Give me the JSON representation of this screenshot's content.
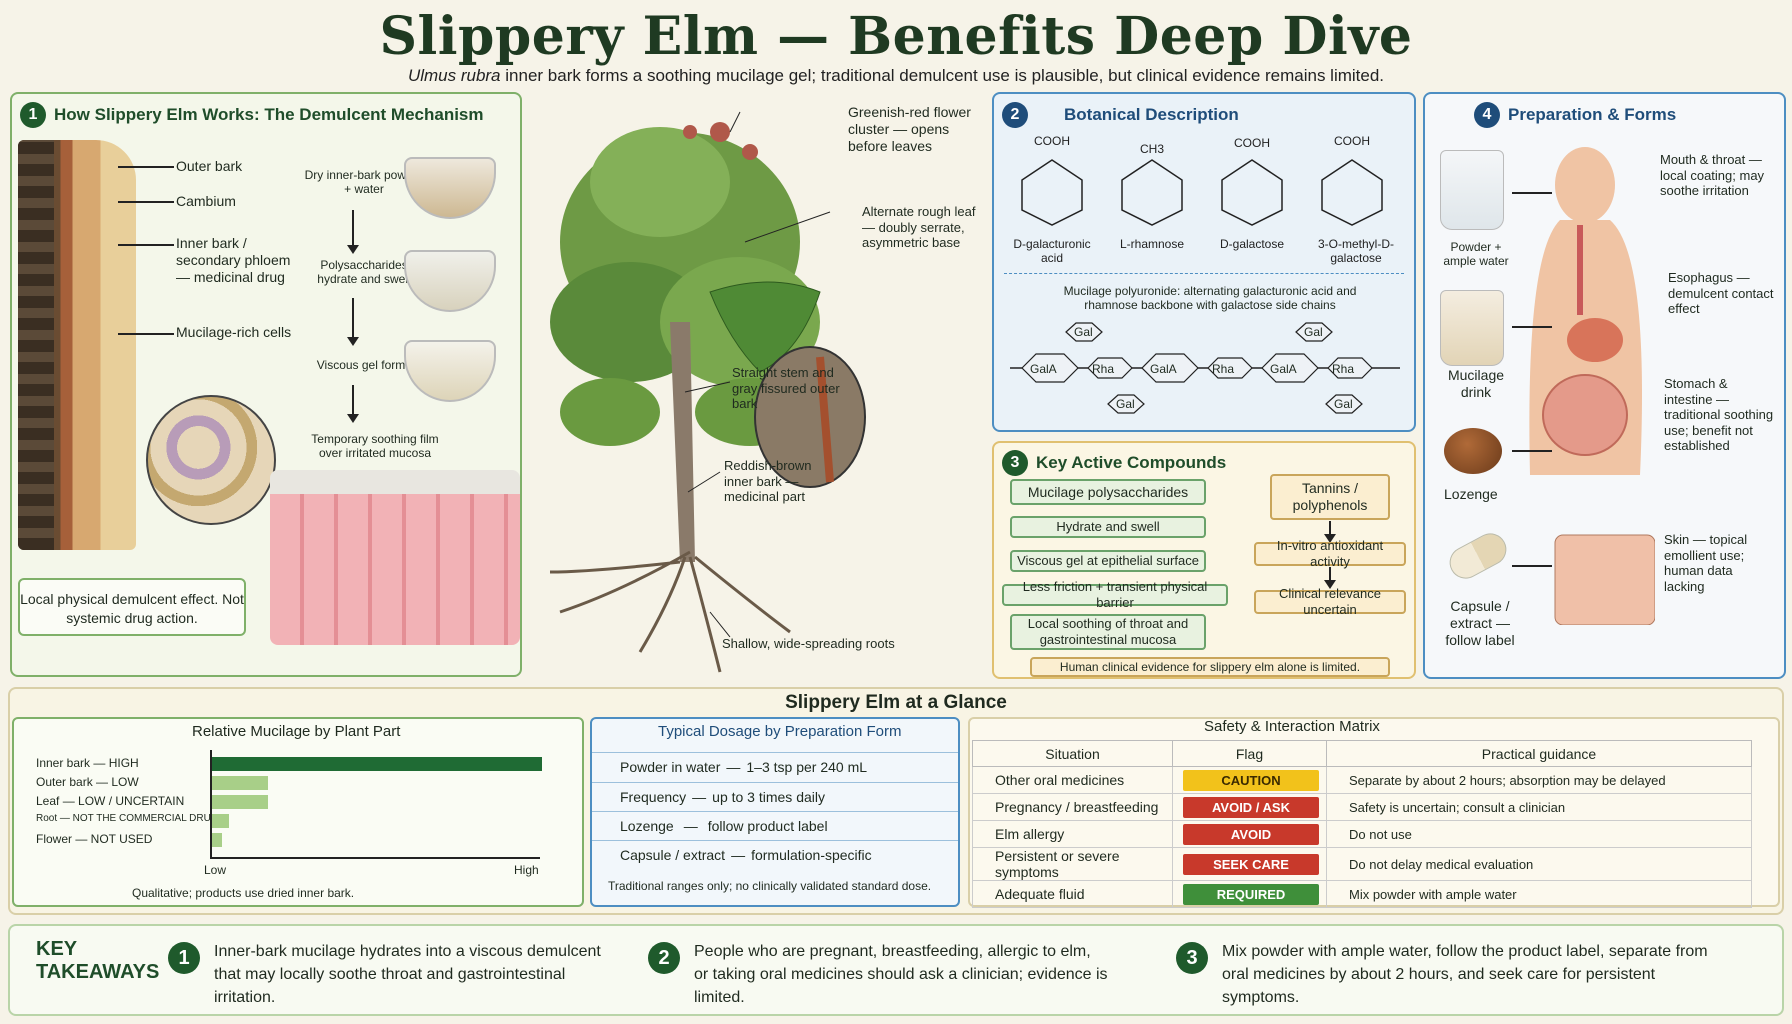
{
  "header": {
    "title": "Slippery Elm — Benefits Deep Dive",
    "subtitle_species": "Ulmus rubra",
    "subtitle_rest": " inner bark forms a soothing mucilage gel; traditional demulcent use is plausible, but clinical evidence remains limited."
  },
  "mechanism": {
    "number": "1",
    "title": "How Slippery Elm Works: The Demulcent Mechanism",
    "bark_labels": [
      "Outer bark",
      "Cambium",
      "Inner bark / secondary phloem — medicinal drug",
      "Mucilage-rich cells"
    ],
    "steps": [
      "Dry inner-bark powder + water",
      "Polysaccharides hydrate and swell",
      "Viscous gel forms",
      "Temporary soothing film over irritated mucosa"
    ],
    "callout": "Local physical demulcent effect. Not systemic drug action."
  },
  "tree": {
    "labels": [
      "Greenish-red flower cluster — opens before leaves",
      "Alternate rough leaf — doubly serrate, asymmetric base",
      "Straight stem and gray fissured outer bark",
      "Reddish-brown inner bark — medicinal part",
      "Shallow, wide-spreading roots"
    ]
  },
  "botany": {
    "number": "2",
    "title": "Botanical Description",
    "molecules": [
      {
        "name": "D-galacturonic acid",
        "top": "COOH"
      },
      {
        "name": "L-rhamnose",
        "top": "CH3"
      },
      {
        "name": "D-galactose",
        "top": "COOH"
      },
      {
        "name": "3-O-methyl-D-galactose",
        "top": "COOH"
      }
    ],
    "polymer_caption": "Mucilage polyuronide: alternating galacturonic acid and rhamnose backbone with galactose side chains",
    "chain": [
      "GalA",
      "Rha",
      "GalA",
      "Rha",
      "GalA",
      "Rha"
    ],
    "side": "Gal"
  },
  "compounds": {
    "number": "3",
    "title": "Key Active Compounds",
    "mucilage_chain": [
      "Mucilage polysaccharides",
      "Hydrate and swell",
      "Viscous gel at epithelial surface",
      "Less friction + transient physical barrier",
      "Local soothing of throat and gastrointestinal mucosa"
    ],
    "tannin_chain": [
      "Tannins / polyphenols",
      "In-vitro antioxidant activity",
      "Clinical relevance uncertain"
    ],
    "footnote": "Human clinical evidence for slippery elm alone is limited."
  },
  "preparation": {
    "number": "4",
    "title": "Preparation & Forms",
    "forms": [
      "Powder + ample water",
      "Mucilage drink",
      "Lozenge",
      "Capsule / extract — follow label"
    ],
    "body_labels": [
      "Mouth & throat — local coating; may soothe irritation",
      "Esophagus — demulcent contact effect",
      "Stomach & intestine — traditional soothing use; benefit not established",
      "Skin — topical emollient use; human data lacking"
    ]
  },
  "glance": {
    "title": "Slippery Elm at a Glance",
    "mucilage": {
      "title": "Relative Mucilage by Plant Part",
      "note": "Qualitative; products use dried inner bark.",
      "axis_low": "Low",
      "axis_high": "High",
      "rows": [
        {
          "label": "Inner bark — HIGH",
          "level": 1.0
        },
        {
          "label": "Outer bark — LOW",
          "level": 0.17
        },
        {
          "label": "Leaf — LOW / UNCERTAIN",
          "level": 0.17
        },
        {
          "label": "Root — NOT THE COMMERCIAL DRUG",
          "level": 0.05
        },
        {
          "label": "Flower — NOT USED",
          "level": 0.03
        }
      ]
    },
    "dosage": {
      "title": "Typical Dosage by Preparation Form",
      "rows": [
        {
          "form": "Powder in water",
          "dose": "1–3 tsp per 240 mL"
        },
        {
          "form": "Frequency",
          "dose": "up to 3 times daily"
        },
        {
          "form": "Lozenge",
          "dose": "follow product label"
        },
        {
          "form": "Capsule / extract",
          "dose": "formulation-specific"
        }
      ],
      "note": "Traditional ranges only; no clinically validated standard dose."
    },
    "safety": {
      "title": "Safety & Interaction Matrix",
      "headers": [
        "Situation",
        "Flag",
        "Practical guidance"
      ],
      "rows": [
        {
          "situation": "Other oral medicines",
          "flag": "CAUTION",
          "color": "#f2c21b",
          "text_color": "#3a2a00",
          "guidance": "Separate by about 2 hours; absorption may be delayed"
        },
        {
          "situation": "Pregnancy / breastfeeding",
          "flag": "AVOID / ASK",
          "color": "#c8392b",
          "text_color": "#ffffff",
          "guidance": "Safety is uncertain; consult a clinician"
        },
        {
          "situation": "Elm allergy",
          "flag": "AVOID",
          "color": "#c8392b",
          "text_color": "#ffffff",
          "guidance": "Do not use"
        },
        {
          "situation": "Persistent or severe symptoms",
          "flag": "SEEK CARE",
          "color": "#c8392b",
          "text_color": "#ffffff",
          "guidance": "Do not delay medical evaluation"
        },
        {
          "situation": "Adequate fluid",
          "flag": "REQUIRED",
          "color": "#3f8f3a",
          "text_color": "#ffffff",
          "guidance": "Mix powder with ample water"
        }
      ]
    }
  },
  "takeaways": {
    "label": "KEY TAKEAWAYS",
    "items": [
      {
        "n": "1",
        "text": "Inner-bark mucilage hydrates into a viscous demulcent that may locally soothe throat and gastrointestinal irritation."
      },
      {
        "n": "2",
        "text": "People who are pregnant, breastfeeding, allergic to elm, or taking oral medicines should ask a clinician; evidence is limited."
      },
      {
        "n": "3",
        "text": "Mix powder with ample water, follow the product label, separate from oral medicines by about 2 hours, and seek care for persistent symptoms."
      }
    ]
  }
}
